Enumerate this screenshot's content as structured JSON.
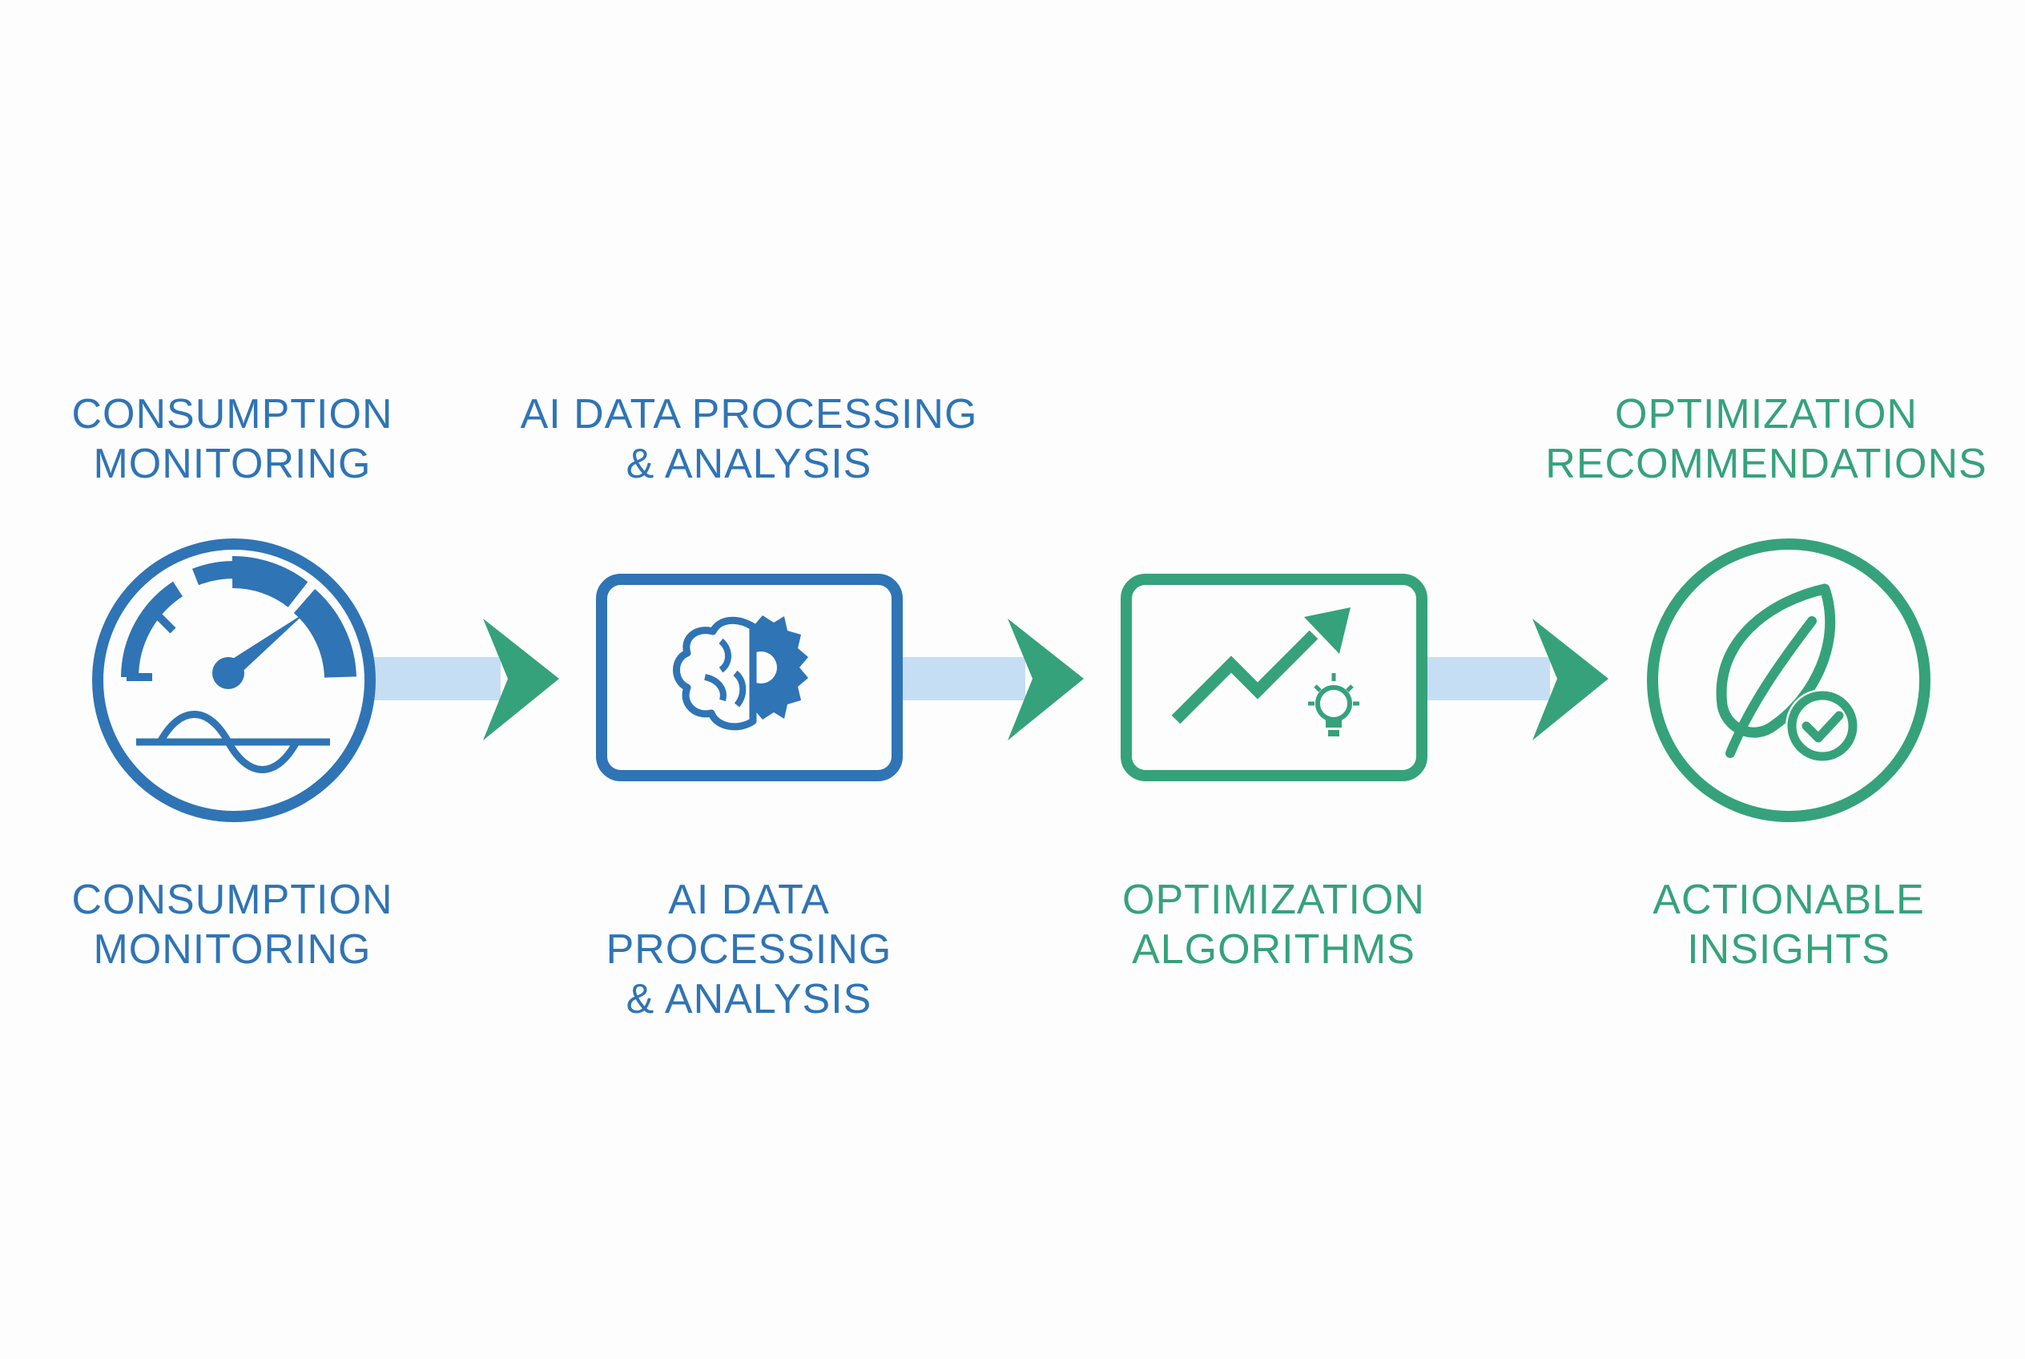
{
  "colors": {
    "blue": "#2f74b5",
    "green": "#35a27c",
    "arrow_shaft": "#c6def4",
    "background": "#fdfdfd"
  },
  "stages": [
    {
      "icon": "gauge-icon",
      "top_label": [
        "CONSUMPTION",
        "MONITORING"
      ],
      "bottom_label": [
        "CONSUMPTION",
        "MONITORING"
      ]
    },
    {
      "icon": "brain-gear-icon",
      "top_label": [
        "AI DATA PROCESSING",
        "& ANALYSIS"
      ],
      "bottom_label": [
        "AI DATA",
        "PROCESSING",
        "& ANALYSIS"
      ]
    },
    {
      "icon": "trend-lightbulb-icon",
      "top_label": [],
      "bottom_label": [
        "OPTIMIZATION",
        "ALGORITHMS"
      ]
    },
    {
      "icon": "leaf-check-icon",
      "top_label": [
        "OPTIMIZATION",
        "RECOMMENDATIONS"
      ],
      "bottom_label": [
        "ACTIONABLE",
        "INSIGHTS"
      ]
    }
  ],
  "connectors": [
    "arrow-right-icon",
    "arrow-right-icon",
    "arrow-right-icon"
  ]
}
